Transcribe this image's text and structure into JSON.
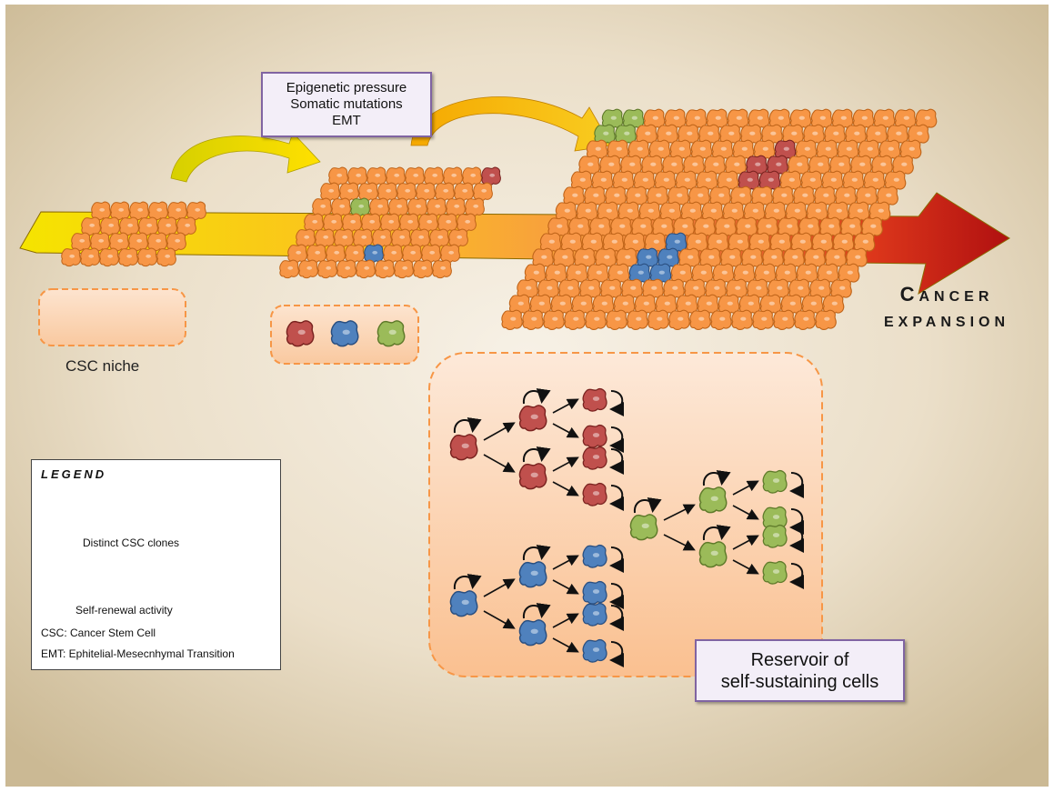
{
  "diagram": {
    "title_box": {
      "lines": [
        "Epigenetic pressure",
        "Somatic mutations",
        "EMT"
      ]
    },
    "niche_label": "CSC niche",
    "expansion_label": {
      "first_letter": "C",
      "rest_line1": "ANCER",
      "line2": "EXPANSION"
    },
    "reservoir_box": {
      "lines": [
        "Reservoir of",
        "self-sustaining cells"
      ]
    },
    "legend": {
      "title": "LEGEND",
      "clones_label": "Distinct CSC clones",
      "self_renewal_label": "Self-renewal activity",
      "csc_def": "CSC: Cancer Stem Cell",
      "emt_def": "EMT:  Ephitelial-Mesecnhymal Transition"
    },
    "colors": {
      "tumor_cell": "#f79646",
      "red_clone": "#c0504d",
      "blue_clone": "#4f81bd",
      "green_clone": "#9bbb59",
      "box_border": "#8064a2",
      "niche_fill": "#fbd5b5"
    }
  }
}
